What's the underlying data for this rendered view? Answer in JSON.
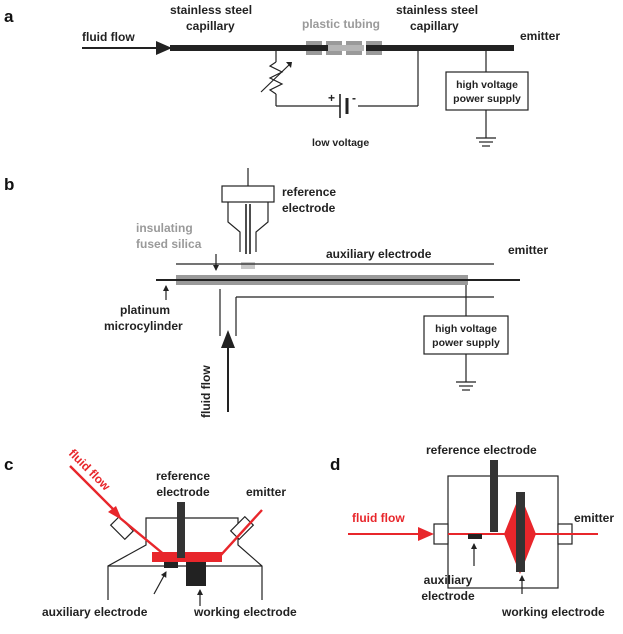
{
  "panels": {
    "a": {
      "letter": "a",
      "fluid_flow": "fluid flow",
      "capillary_left": [
        "stainless steel",
        "capillary"
      ],
      "plastic_tubing": "plastic tubing",
      "capillary_right": [
        "stainless steel",
        "capillary"
      ],
      "emitter": "emitter",
      "hv_supply": [
        "high voltage",
        "power supply"
      ],
      "low_voltage": "low voltage",
      "plus": "+",
      "minus": "-"
    },
    "b": {
      "letter": "b",
      "reference_electrode": [
        "reference",
        "electrode"
      ],
      "insulating_silica": [
        "insulating",
        "fused silica"
      ],
      "auxiliary_electrode": "auxiliary electrode",
      "emitter": "emitter",
      "platinum": [
        "platinum",
        "microcylinder"
      ],
      "hv_supply": [
        "high voltage",
        "power supply"
      ],
      "fluid_flow": "fluid flow"
    },
    "c": {
      "letter": "c",
      "fluid_flow": "fluid flow",
      "reference_electrode": [
        "reference",
        "electrode"
      ],
      "emitter": "emitter",
      "auxiliary_electrode": "auxiliary electrode",
      "working_electrode": "working electrode"
    },
    "d": {
      "letter": "d",
      "reference_electrode": "reference electrode",
      "fluid_flow": "fluid flow",
      "emitter": "emitter",
      "auxiliary_electrode": [
        "auxiliary",
        "electrode"
      ],
      "working_electrode": "working electrode"
    }
  },
  "colors": {
    "accent_red": "#e8262b",
    "tubing_grey": "#9a9a9a",
    "dark": "#222222"
  }
}
